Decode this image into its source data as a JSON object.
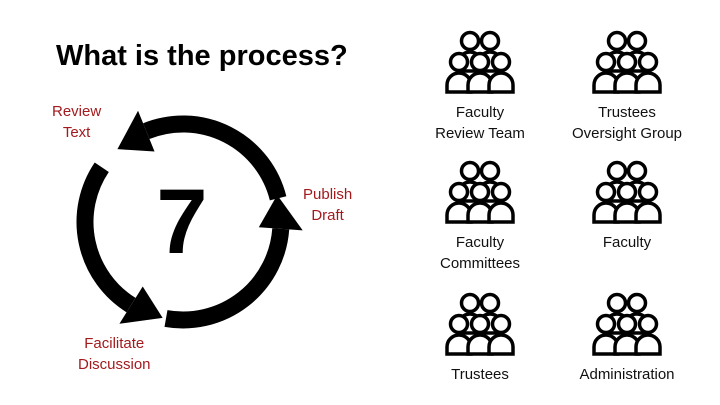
{
  "title": "What is the process?",
  "cycle": {
    "center_number": "7",
    "steps": [
      {
        "label_lines": [
          "Review",
          "Text"
        ]
      },
      {
        "label_lines": [
          "Publish",
          "Draft"
        ]
      },
      {
        "label_lines": [
          "Facilitate",
          "Discussion"
        ]
      }
    ],
    "label_color": "#a31a1e"
  },
  "groups": [
    {
      "label_lines": [
        "Faculty",
        "Review Team"
      ],
      "icon": "people-group-icon"
    },
    {
      "label_lines": [
        "Trustees",
        "Oversight Group"
      ],
      "icon": "people-group-icon"
    },
    {
      "label_lines": [
        "Faculty",
        "Committees"
      ],
      "icon": "people-group-icon"
    },
    {
      "label_lines": [
        "Faculty"
      ],
      "icon": "people-group-icon"
    },
    {
      "label_lines": [
        "Trustees"
      ],
      "icon": "people-group-icon"
    },
    {
      "label_lines": [
        "Administration"
      ],
      "icon": "people-group-icon"
    }
  ]
}
